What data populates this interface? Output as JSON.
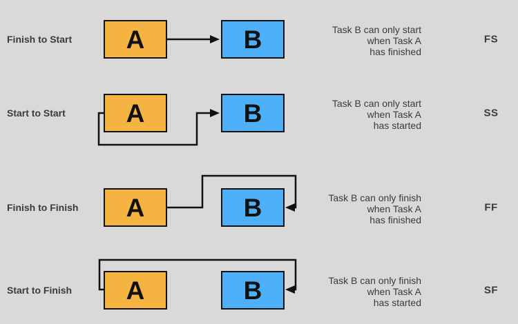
{
  "diagram": {
    "name": "task-dependency-types",
    "colors": {
      "background": "#d9d9d9",
      "task_a_fill": "#f5b342",
      "task_b_fill": "#4daff8",
      "border": "#111111",
      "connector": "#111111",
      "text": "#3a3a3a"
    },
    "rows": [
      {
        "label": "Finish to Start",
        "code": "FS",
        "task_a_label": "A",
        "task_b_label": "B",
        "description_lines": [
          "Task B can only start",
          "when Task A",
          "has finished"
        ]
      },
      {
        "label": "Start to Start",
        "code": "SS",
        "task_a_label": "A",
        "task_b_label": "B",
        "description_lines": [
          "Task B can only start",
          "when Task A",
          "has started"
        ]
      },
      {
        "label": "Finish to Finish",
        "code": "FF",
        "task_a_label": "A",
        "task_b_label": "B",
        "description_lines": [
          "Task B can only finish",
          "when Task A",
          "has finished"
        ]
      },
      {
        "label": "Start to Finish",
        "code": "SF",
        "task_a_label": "A",
        "task_b_label": "B",
        "description_lines": [
          "Task B can only finish",
          "when Task A",
          "has started"
        ]
      }
    ]
  }
}
